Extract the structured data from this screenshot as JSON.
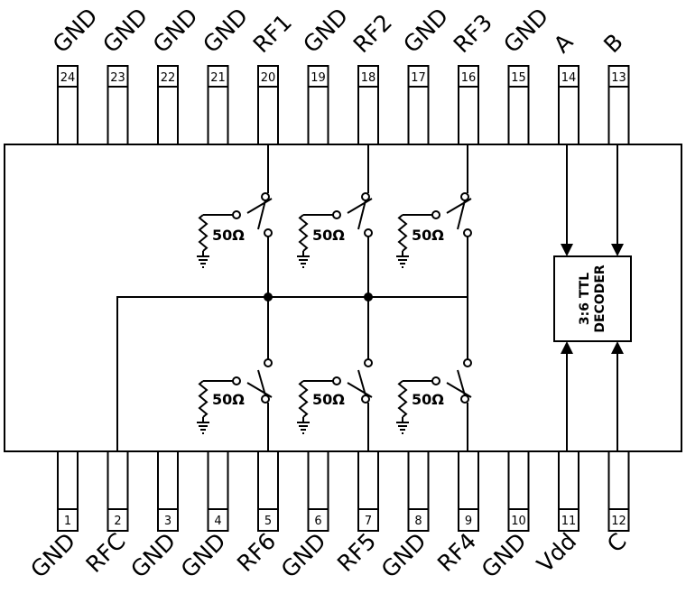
{
  "top_pins": [
    {
      "num": "24",
      "label": "GND"
    },
    {
      "num": "23",
      "label": "GND"
    },
    {
      "num": "22",
      "label": "GND"
    },
    {
      "num": "21",
      "label": "GND"
    },
    {
      "num": "20",
      "label": "RF1"
    },
    {
      "num": "19",
      "label": "GND"
    },
    {
      "num": "18",
      "label": "RF2"
    },
    {
      "num": "17",
      "label": "GND"
    },
    {
      "num": "16",
      "label": "RF3"
    },
    {
      "num": "15",
      "label": "GND"
    },
    {
      "num": "14",
      "label": "A"
    },
    {
      "num": "13",
      "label": "B"
    }
  ],
  "bottom_pins": [
    {
      "num": "1",
      "label": "GND"
    },
    {
      "num": "2",
      "label": "RFC"
    },
    {
      "num": "3",
      "label": "GND"
    },
    {
      "num": "4",
      "label": "GND"
    },
    {
      "num": "5",
      "label": "RF6"
    },
    {
      "num": "6",
      "label": "GND"
    },
    {
      "num": "7",
      "label": "RF5"
    },
    {
      "num": "8",
      "label": "GND"
    },
    {
      "num": "9",
      "label": "RF4"
    },
    {
      "num": "10",
      "label": "GND"
    },
    {
      "num": "11",
      "label": "Vdd"
    },
    {
      "num": "12",
      "label": "C"
    }
  ],
  "terminations": {
    "top": [
      "50Ω",
      "50Ω",
      "50Ω"
    ],
    "bottom": [
      "50Ω",
      "50Ω",
      "50Ω"
    ]
  },
  "decoder": {
    "line1": "3:6  TTL",
    "line2": "DECODER"
  },
  "colors": {
    "stroke": "#000000",
    "background": "#ffffff"
  }
}
